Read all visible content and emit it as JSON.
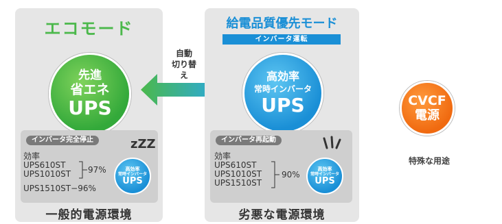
{
  "eco": {
    "title": "エコモード",
    "circle": {
      "line1": "先進",
      "line2": "省エネ",
      "line3": "UPS"
    },
    "status_pill": "インバータ完全停止",
    "zzz": "zZZ",
    "efficiency_label": "効率",
    "models": [
      "UPS610ST",
      "UPS1010ST",
      "UPS1510ST"
    ],
    "group_efficiency": "97%",
    "single_efficiency": "96%",
    "small_circle": {
      "line1": "高効率",
      "line2": "常時インバータ",
      "line3": "UPS"
    },
    "footer": "一般的電源環境"
  },
  "switch": {
    "line1": "自動",
    "line2": "切り替え",
    "arrow_left_color": "#4bb84b",
    "arrow_right_color": "#29a8e6"
  },
  "priority": {
    "title": "給電品質優先モード",
    "subtitle": "インバータ運転",
    "circle": {
      "line1": "高効率",
      "line2": "常時インバータ",
      "line3": "UPS"
    },
    "status_pill": "インバータ再起動",
    "efficiency_label": "効率",
    "models": [
      "UPS610ST",
      "UPS1010ST",
      "UPS1510ST"
    ],
    "group_efficiency": "90%",
    "small_circle": {
      "line1": "高効率",
      "line2": "常時インバータ",
      "line3": "UPS"
    },
    "footer": "劣悪な電源環境"
  },
  "cvcf": {
    "line1": "CVCF",
    "line2": "電源",
    "caption": "特殊な用途"
  }
}
